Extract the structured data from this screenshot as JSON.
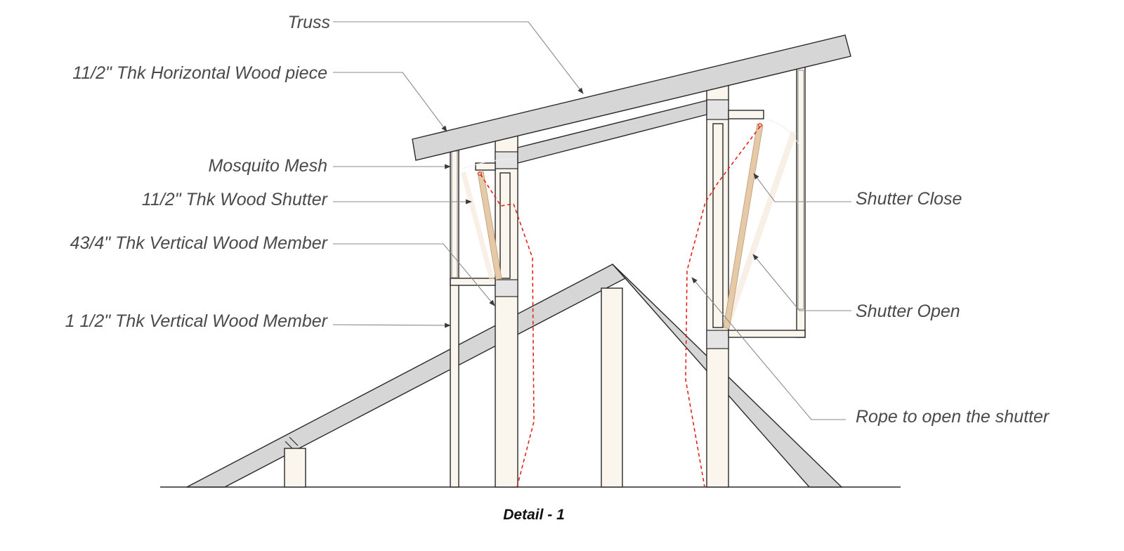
{
  "labels": {
    "truss": "Truss",
    "horizontal_wood": "11/2\"  Thk Horizontal Wood piece",
    "mosquito_mesh": "Mosquito Mesh",
    "wood_shutter": "11/2\"  Thk Wood Shutter",
    "vertical_member_43_4": "43/4\" Thk Vertical Wood Member",
    "vertical_member_1_1_2": "1 1/2\" Thk Vertical Wood Member",
    "shutter_close": "Shutter Close",
    "shutter_open": "Shutter Open",
    "rope": "Rope to open the shutter"
  },
  "caption": "Detail - 1",
  "colors": {
    "rope": "#e2231a",
    "shutter": "#e6c9a6",
    "roof": "#d6d6d6",
    "wood": "#faf6ee"
  }
}
